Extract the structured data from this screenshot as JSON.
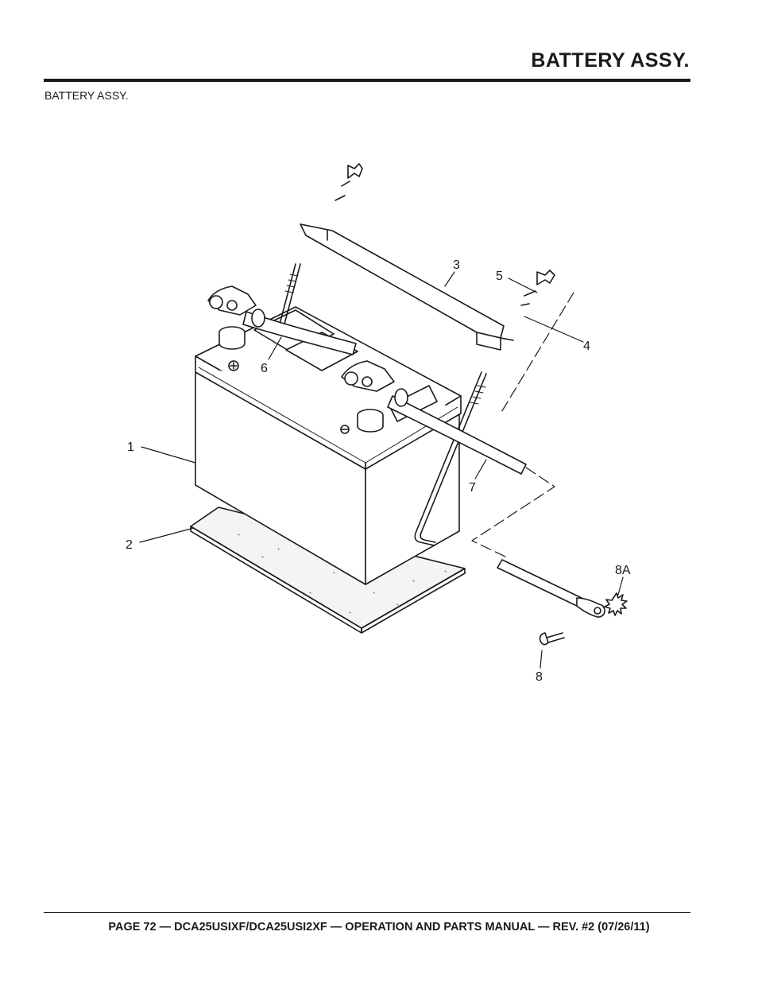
{
  "header": {
    "title": "BATTERY ASSY."
  },
  "subtitle": "BATTERY ASSY.",
  "diagram": {
    "callouts": {
      "c1": "1",
      "c2": "2",
      "c3": "3",
      "c4": "4",
      "c5": "5",
      "c6": "6",
      "c7": "7",
      "c8": "8",
      "c8a": "8A"
    }
  },
  "footer": {
    "text": "PAGE 72 — DCA25USIXF/DCA25USI2XF — OPERATION AND PARTS MANUAL — REV. #2 (07/26/11)"
  }
}
